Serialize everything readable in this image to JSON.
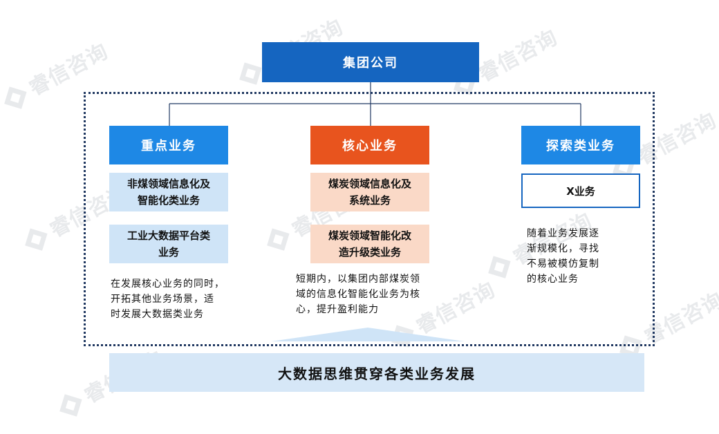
{
  "watermark": {
    "text": "睿信咨询"
  },
  "root": {
    "label": "集团公司"
  },
  "categories": [
    {
      "label": "重点业务",
      "items": [
        "非煤领域信息化及\n智能化类业务",
        "工业大数据平台类\n业务"
      ],
      "description": "在发展核心业务的同时，\n开拓其他业务场景，适\n时发展大数据类业务"
    },
    {
      "label": "核心业务",
      "items": [
        "煤炭领域信息化及\n系统业务",
        "煤炭领域智能化改\n造升级类业务"
      ],
      "description": "短期内，以集团内部煤炭领\n域的信息化智能化业务为核\n心，提升盈利能力"
    },
    {
      "label": "探索类业务",
      "items": [
        "X业务"
      ],
      "description": "随着业务发展逐\n渐规模化，寻找\n不易被模仿复制\n的核心业务"
    }
  ],
  "footer": {
    "label": "大数据思维贯穿各类业务发展"
  },
  "colors": {
    "root": "#1565c0",
    "category_blue": "#1e88e5",
    "category_core": "#e8541e",
    "item_blue": "#cfe4f7",
    "item_core": "#fad9c7",
    "footer": "#d6e7f7",
    "frame": "#1f3760"
  }
}
